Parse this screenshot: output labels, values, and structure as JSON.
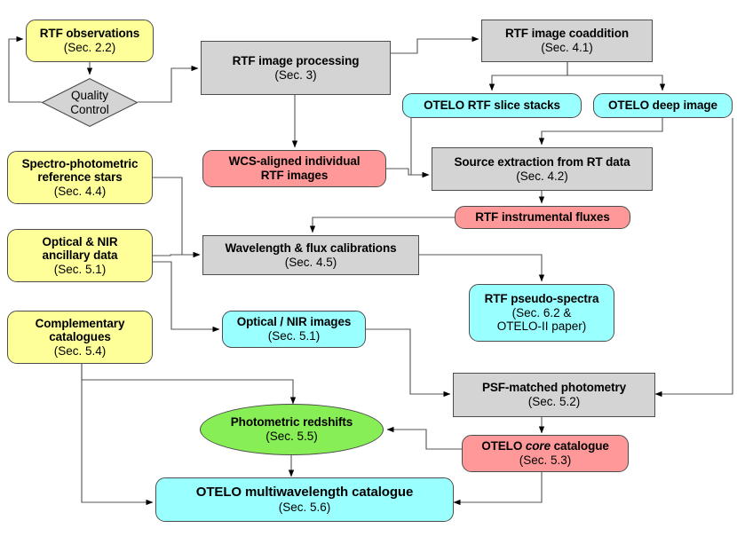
{
  "figure": {
    "type": "flowchart",
    "title": "OTELO survey data-reduction and catalogue workflow",
    "background": "#ffffff",
    "palette": {
      "process_gray": "#d4d4d4",
      "input_yellow": "#ffff99",
      "product_cyan": "#99ffff",
      "intermediate_red": "#ff9999",
      "derived_green": "#88ee55",
      "edge": "#555555",
      "border": "#4d4d4d"
    }
  },
  "nodes": [
    {
      "id": "rtf-observations",
      "shape": "rounded-rect",
      "color": "input_yellow",
      "lines": [
        "RTF observations",
        "(Sec. 2.2)"
      ]
    },
    {
      "id": "quality-control",
      "shape": "diamond",
      "color": "process_gray",
      "lines": [
        "Quality",
        "Control"
      ]
    },
    {
      "id": "rtf-image-processing",
      "shape": "rect",
      "color": "process_gray",
      "lines": [
        "RTF image processing",
        "(Sec. 3)"
      ]
    },
    {
      "id": "rtf-image-coaddition",
      "shape": "rect",
      "color": "process_gray",
      "lines": [
        "RTF image coaddition",
        "(Sec. 4.1)"
      ]
    },
    {
      "id": "otelo-rtf-slice-stacks",
      "shape": "rounded-rect",
      "color": "product_cyan",
      "lines": [
        "OTELO RTF slice stacks"
      ]
    },
    {
      "id": "otelo-deep-image",
      "shape": "rounded-rect",
      "color": "product_cyan",
      "lines": [
        "OTELO deep image"
      ]
    },
    {
      "id": "wcs-aligned-rtf-images",
      "shape": "rounded-rect",
      "color": "intermediate_red",
      "lines": [
        "WCS-aligned individual",
        "RTF images"
      ]
    },
    {
      "id": "source-extraction",
      "shape": "rect",
      "color": "process_gray",
      "lines": [
        "Source extraction from RT data",
        "(Sec. 4.2)"
      ]
    },
    {
      "id": "rtf-instrumental-fluxes",
      "shape": "rounded-rect",
      "color": "intermediate_red",
      "lines": [
        "RTF instrumental fluxes"
      ]
    },
    {
      "id": "spectro-photometric-reference-stars",
      "shape": "rounded-rect",
      "color": "input_yellow",
      "lines": [
        "Spectro-photometric",
        "reference stars",
        "(Sec. 4.4)"
      ]
    },
    {
      "id": "optical-nir-ancillary-data",
      "shape": "rounded-rect",
      "color": "input_yellow",
      "lines": [
        "Optical & NIR",
        "ancillary data",
        "(Sec. 5.1)"
      ]
    },
    {
      "id": "complementary-catalogues",
      "shape": "rounded-rect",
      "color": "input_yellow",
      "lines": [
        "Complementary",
        "catalogues",
        "(Sec. 5.4)"
      ]
    },
    {
      "id": "wavelength-flux-calibrations",
      "shape": "rect",
      "color": "process_gray",
      "lines": [
        "Wavelength & flux calibrations",
        "(Sec. 4.5)"
      ]
    },
    {
      "id": "rtf-pseudo-spectra",
      "shape": "rounded-rect",
      "color": "product_cyan",
      "lines": [
        "RTF pseudo-spectra",
        "(Sec. 6.2 &",
        "OTELO-II paper)"
      ]
    },
    {
      "id": "optical-nir-images",
      "shape": "rounded-rect",
      "color": "product_cyan",
      "lines": [
        "Optical / NIR images",
        "(Sec. 5.1)"
      ]
    },
    {
      "id": "psf-matched-photometry",
      "shape": "rect",
      "color": "process_gray",
      "lines": [
        "PSF-matched photometry",
        "(Sec. 5.2)"
      ]
    },
    {
      "id": "otelo-core-catalogue",
      "shape": "rounded-rect",
      "color": "intermediate_red",
      "lines": [
        "OTELO core catalogue",
        "(Sec. 5.3)"
      ],
      "emphasis": "core"
    },
    {
      "id": "photometric-redshifts",
      "shape": "ellipse",
      "color": "derived_green",
      "lines": [
        "Photometric redshifts",
        "(Sec. 5.5)"
      ]
    },
    {
      "id": "otelo-multiwavelength-catalogue",
      "shape": "rounded-rect",
      "color": "product_cyan",
      "lines": [
        "OTELO multiwavelength catalogue",
        "(Sec. 5.6)"
      ]
    }
  ],
  "labels": {
    "rtf_observations_1": "RTF observations",
    "rtf_observations_2": "(Sec. 2.2)",
    "quality_control_1": "Quality",
    "quality_control_2": "Control",
    "rtf_image_processing_1": "RTF image processing",
    "rtf_image_processing_2": "(Sec. 3)",
    "rtf_image_coaddition_1": "RTF image coaddition",
    "rtf_image_coaddition_2": "(Sec. 4.1)",
    "otelo_rtf_slice_stacks_1": "OTELO RTF slice stacks",
    "otelo_deep_image_1": "OTELO deep image",
    "wcs_aligned_1": "WCS-aligned individual",
    "wcs_aligned_2": "RTF images",
    "source_extraction_1": "Source extraction from RT data",
    "source_extraction_2": "(Sec. 4.2)",
    "rtf_instrumental_fluxes_1": "RTF instrumental fluxes",
    "spectro_ref_stars_1": "Spectro-photometric",
    "spectro_ref_stars_2": "reference stars",
    "spectro_ref_stars_3": "(Sec. 4.4)",
    "optical_nir_ancillary_1": "Optical & NIR",
    "optical_nir_ancillary_2": "ancillary data",
    "optical_nir_ancillary_3": "(Sec. 5.1)",
    "complementary_catalogues_1": "Complementary",
    "complementary_catalogues_2": "catalogues",
    "complementary_catalogues_3": "(Sec. 5.4)",
    "wavelength_flux_1": "Wavelength & flux calibrations",
    "wavelength_flux_2": "(Sec. 4.5)",
    "rtf_pseudo_spectra_1": "RTF pseudo-spectra",
    "rtf_pseudo_spectra_2": "(Sec. 6.2 &",
    "rtf_pseudo_spectra_3": "OTELO-II paper)",
    "optical_nir_images_1": "Optical / NIR images",
    "optical_nir_images_2": "(Sec. 5.1)",
    "psf_matched_1": "PSF-matched photometry",
    "psf_matched_2": "(Sec. 5.2)",
    "otelo_core_pre": "OTELO ",
    "otelo_core_em": "core",
    "otelo_core_post": " catalogue",
    "otelo_core_2": "(Sec. 5.3)",
    "photometric_redshifts_1": "Photometric redshifts",
    "photometric_redshifts_2": "(Sec. 5.5)",
    "otelo_multiwavelength_1": "OTELO multiwavelength catalogue",
    "otelo_multiwavelength_2": "(Sec. 5.6)"
  },
  "edges": [
    {
      "from": "rtf-observations",
      "to": "quality-control"
    },
    {
      "from": "quality-control",
      "to": "rtf-observations",
      "note": "reject loop (left)"
    },
    {
      "from": "quality-control",
      "to": "rtf-image-processing",
      "note": "accept"
    },
    {
      "from": "rtf-image-processing",
      "to": "rtf-image-coaddition"
    },
    {
      "from": "rtf-image-processing",
      "to": "wcs-aligned-rtf-images"
    },
    {
      "from": "rtf-image-coaddition",
      "to": "otelo-rtf-slice-stacks"
    },
    {
      "from": "rtf-image-coaddition",
      "to": "otelo-deep-image"
    },
    {
      "from": "otelo-deep-image",
      "to": "source-extraction"
    },
    {
      "from": "otelo-deep-image",
      "to": "psf-matched-photometry"
    },
    {
      "from": "otelo-rtf-slice-stacks",
      "to": "source-extraction"
    },
    {
      "from": "wcs-aligned-rtf-images",
      "to": "source-extraction"
    },
    {
      "from": "source-extraction",
      "to": "rtf-instrumental-fluxes"
    },
    {
      "from": "rtf-instrumental-fluxes",
      "to": "wavelength-flux-calibrations"
    },
    {
      "from": "spectro-photometric-reference-stars",
      "to": "wavelength-flux-calibrations"
    },
    {
      "from": "optical-nir-ancillary-data",
      "to": "wavelength-flux-calibrations"
    },
    {
      "from": "optical-nir-ancillary-data",
      "to": "optical-nir-images"
    },
    {
      "from": "wavelength-flux-calibrations",
      "to": "rtf-pseudo-spectra"
    },
    {
      "from": "optical-nir-images",
      "to": "psf-matched-photometry"
    },
    {
      "from": "complementary-catalogues",
      "to": "photometric-redshifts"
    },
    {
      "from": "complementary-catalogues",
      "to": "otelo-multiwavelength-catalogue"
    },
    {
      "from": "psf-matched-photometry",
      "to": "otelo-core-catalogue"
    },
    {
      "from": "otelo-core-catalogue",
      "to": "photometric-redshifts"
    },
    {
      "from": "otelo-core-catalogue",
      "to": "otelo-multiwavelength-catalogue"
    },
    {
      "from": "photometric-redshifts",
      "to": "otelo-multiwavelength-catalogue"
    }
  ]
}
